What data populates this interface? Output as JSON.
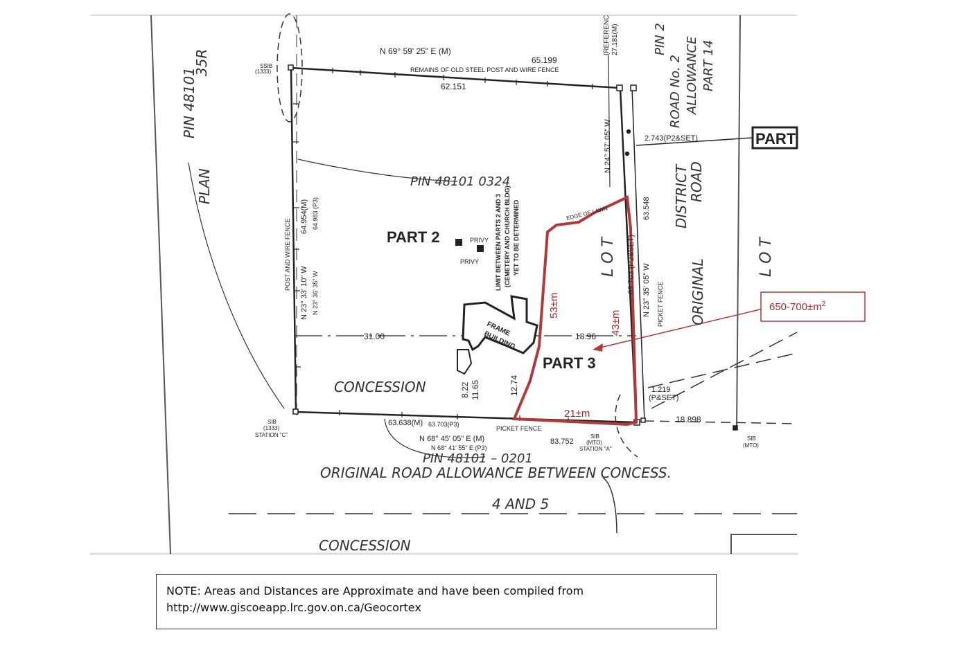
{
  "map": {
    "parts": {
      "part2": "PART 2",
      "part3": "PART 3",
      "part_edge": "PART"
    },
    "pins": {
      "main": "PIN   48101   0324",
      "bottom": "PIN   48101  –  0201",
      "left": "PIN   48101",
      "right_top": "PIN   2"
    },
    "plan": {
      "plan_label": "PLAN",
      "plan_number": "35R"
    },
    "boundaries": {
      "top_bearing": "N 69° 59' 25\" E (M)",
      "top_distance_m": "65.199",
      "top_fence": "REMAINS  OF  OLD  STEEL   POST   AND   WIRE   FENCE",
      "top_distance_inner": "62.151",
      "left_bearing_m": "N 23° 33' 10\" W",
      "left_bearing_p3": "N 23° 36' 35\" W",
      "left_distance_m": "64.954(M)",
      "left_distance_p3": "64.983 (P3)",
      "left_fence": "POST    AND    WIRE    FENCE",
      "right_bearing_upper": "N 24° 57' 05\" W",
      "right_bearing_lower": "N 23° 35' 05\" W",
      "right_distance_a": "63.548",
      "right_distance_b": "63.703 (P2&SET)",
      "right_fence": "PICKET  FENCE",
      "ref_a": "(REFERENC",
      "ref_b": "27.181(M)",
      "offset_top": "2.743(P2&SET)",
      "offset_bottom_a": "1.219",
      "offset_bottom_b": "(P&SET)",
      "bottom_distance_m": "63.638(M)",
      "bottom_distance_p3": "63.703(P3)",
      "bottom_fence": "PICKET   FENCE",
      "bottom_bearing_m": "N 68° 45' 05\" E (M)",
      "bottom_bearing_p3": "N 68° 41' 55\" E (P3)",
      "bottom_distance_right": "83.752",
      "far_right_distance": "18.898"
    },
    "monuments": {
      "ssib_top": "SSIB",
      "ssib_top_no": "(1333)",
      "sib_left": "SIB",
      "sib_left_no": "(1333)",
      "station_c": "STATION  \"C\"",
      "sib_mid": "SIB",
      "sib_mid_no": "(MTO)",
      "station_a": "STATION  \"A\"",
      "sib_right": "SIB",
      "sib_right_no": "(MTO)"
    },
    "features": {
      "privy_1": "PRIVY",
      "privy_2": "PRIVY",
      "frame_1": "FRAME",
      "frame_2": "BUILDING",
      "limit_1": "LIMIT BETWEEN PARTS 2 AND 3",
      "limit_2": "(CEMETERY AND CHURCH BLDG)",
      "limit_3": "YET TO BE DETERMINED",
      "lawn_edge": "EDGE    OF    LAWN",
      "dist_31": "31.00",
      "dist_1896": "18.96",
      "dist_1165": "11.65",
      "dist_822": "8.22",
      "dist_1274": "12.74"
    },
    "roads": {
      "concession_mid": "CONCESSION",
      "concession_bottom": "CONCESSION",
      "road_allowance": "ORIGINAL   ROAD   ALLOWANCE   BETWEEN   CONCESS.",
      "road_allowance_2": "4       AND       5",
      "district_1": "DISTRICT",
      "district_2": "ROAD",
      "original": "ORIGINAL",
      "road_no": "ROAD   No.  2",
      "allowance": "ALLOWANCE",
      "part14": "PART  14",
      "lot_inner": "L  O  T",
      "lot_outer": "L  O  T"
    },
    "overlay": {
      "len_west": "53±m",
      "len_east": "43±m",
      "len_south": "21±m",
      "area": "650-700±m",
      "area_sup": "2",
      "color": "#b0393b"
    }
  },
  "note": {
    "line1": "NOTE:  Areas and Distances are Approximate and have been compiled from",
    "line2": "http://www.giscoeapp.lrc.gov.on.ca/Geocortex"
  }
}
